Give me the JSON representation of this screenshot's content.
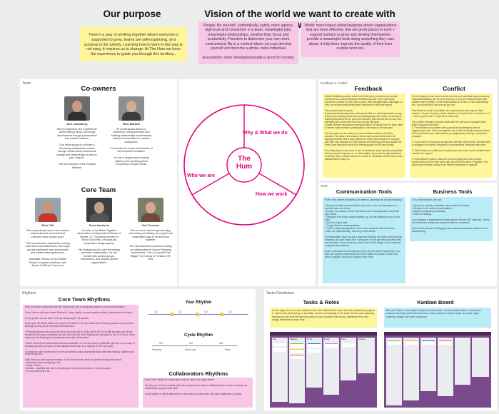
{
  "purpose": {
    "title": "Our purpose",
    "text": "There's a way of working together where everyone is supported to grow, teams are self-organising, and purpose is the priority. Learning how to work in this way is not easy, it requires us to change. At The Hum we have the experience to guide you through this territory..."
  },
  "vision": {
    "title": "Vision of the world we want to create with our work",
    "people": "People: Be yourself, authentically, safely, more agency, high trust and connection in a team, meaningful jobs, meaningful relationships, creative flow, focus and productivity. Freedom to determine your own work environment. Be in a context where you can develop yourself and become a whole, more individual.\n\nAssumption: more developed people is good for society;",
    "world": "World: more impact-driven/purpose-driven organisations that are more effective; that are great places to work + support workers to grow and develop themselves; provide a meaningful work doing something they care about; it help them improve the quality of their lives outside work too."
  },
  "team": {
    "section_label": "Team",
    "coowners_title": "Co-owners",
    "core_title": "Core Team",
    "coowners": [
      {
        "name": "Nell Landsberg",
        "bio": "Born in Argentina, she travelled the world learning about community development through permaculture and creative activism.\n\nShe helps groups to cultivate a flourishing collaborative culture through values-driven behavioural change and relationships of peer-to-peer support.\n\nShe is a Member of the Enspiral Network."
      },
      {
        "name": "Rich Bartlett",
        "bio": "He's enthusiastic about co-ownership, self-governance and building relationships of partnership instead of domination in creative workplaces.\n\nCo-founder of Loomio and Director of the Enspiral Foundation.\n\nHe has a unique way of seeing patterns and speaking about complexity in simple words."
      }
    ],
    "core": [
      {
        "name": "Elsie Tell",
        "bio": "She is passionate about how humans collaborate and convinced that collective work creates good.\n\nShe has extensive experience working with NGOs and businesses. She helps groups implement open governance and collaborative approaches.\n\nAssociate Director of Zero Waste Europe, Enspiral contributor, and Alumni OuiShare Connector."
      },
      {
        "name": "Drew Hornbein",
        "bio": "Founder of the Better Together Association of Independent Workers in Denver, CO. Founding member of Mood Good Hub, a mutual-aid cooperative design agency.\n\nHis background is in web technology and team collaboration. He has worked with activist groups, researchers, and purpose-driven organizations."
      },
      {
        "name": "Gui Trevisan",
        "bio": "She is curious about experimenting, reinventing and finding more joyful and meaningful ways to be and work together.\n\nShe has extended experience setting up collaborative do-ing and 'learning communities'. She co-founded The Village Free School in Portland, OR, USA."
      }
    ]
  },
  "hum": {
    "name": "The Hum",
    "segments": [
      "Why & What we do",
      "Who we are",
      "How we work"
    ]
  },
  "feedback_conflict": {
    "section_label": "Feedback & Conflict",
    "feedback_title": "Feedback",
    "conflict_title": "Conflict",
    "feedback_text": "Really feedback practice: at the end of the year, or around our annual retreat we do a comprehensive feedback process, to for each team members to reflect on their year of work, their strengths and challenges, so they can set personal development intentions for the year ahead.\n\nThe process has two parts:\nA personal self-assessment: each person fills in a self-assessment survey for the year looking at how they are participating in the team, receiving our learning intentions for the year and receiving how well we did on that, and identifying the areas where we feel we can still grow.\nA team member assessment: everyone fills in an online form for each other to review each member's participation in the team in the last year.\n\nThe two parts are are visible to team members and the end all the answers. We have a live session where each person will receive the assessment that others have filled in for them, and compare to compare with their own assessment. We discuss our learning goals and update our Team User Manual to record our learning goals for the year ahead.\n\nOn a daily basis is up to you to ask for feedback about specific areas/skills that you want to improve on, or deliverables. If you want to give feedback to another team member check our Guide to Feedback and the Team User Manual before doing so.",
    "conflict_text": "So the majority of our work is online and we communicate asynchronously, misunderstandings can be more common. If you are feeling tension with another team member, or feel misunderstood, or hurt, or not treated fairly, etc., try to deal with it as soon as you can.\n\nGiven that our work is all online, we recommend to use only the 'fast tension' + if you're having a tricky situation or it doesn't feel + move to a 1:1 + have a phone call + or get into a video call.\n\nOur conflict resolution process starts with the Self and it escalates if the point of support becomes:\n1. The first step is to partner with yourself and understand what is happening for you. We encourage the use of the clarification process (from NVC) and share your observations (or judgements), feelings, needs and requests.\n\n2. If you need to share your perspective with the other person, like feel able to engage in an honest, respectful 'in conversation' feedback with them.\n\n3. If the tension or conflict isn't resolved you can reach out for another team member for support.\n\n4. If that doesn't solve it, raise the concern (letting the other person involved know) in the next team call, and we'll try to solve it together. The issue may escalate to bring in an external mediator for support."
  },
  "tools": {
    "section_label": "Tools",
    "comm_title": "Communication Tools",
    "biz_title": "Business Tools",
    "comm_text": "Roles' new comms channels to be defined, generally we use the following:\n\n• Discord for daily communications about the work and discussions on specific topics on clients\n• Emails: use mainly to send information and communication coordinate with clients\n• Telegram & for direct, urgent matters, eg. we are waiting for you on the calls.\n• Zoom for video calls\n• Google Drive for documentation\n• Trello for task management, some of our business info is here too\n• Miro! for understanding, mirroring & with clients\n\nCommunication style: we are a small and friendly, we make many informal requests, and your 'about self' + welcome + If you are having a crisis they you can say it. If you know your don't 'don't make' things, so you respond, really just let people be.\n\nAll the information about purposes (how we feel, what's happening in our lives, the ways to understand each other better and ways to reach out, when to adjust, and how to support each other.",
    "biz_text": "To run the business, we use:\n\n• Sip for our website, newsletter, ticket sales & invoices.\n• Shopify for our online course platform.\n• Stripe for payment processing.\n• Wise for banking.\n\nOur company is registered in Estonia (where we pay VAT sales tax, Centre Not is the sole owner) and everyone else is a contractor.\n\nWe're in the process of bringing in an external accountant to take care of bookkeeping."
  },
  "rhythms": {
    "section_label": "Rhythms",
    "title": "Core Team Rhythms",
    "text": "Note: we haven't subscribed the new rhythms yet; this is a proposal based on our previous rhythms.\n\nEvery Year we will have a team Retreat to 3 days ideally, to come together (offline), dream about the future.\n\nEvery Quarter we can have a Priority setting day for the quarter.\n\nWork cycle: We divide tasks into a cycles of 3 weeks. The cycle starts with a Planning session every second Monday morning and it ends with a retrospective.\n\n• Planning sessions we look at the Done and Doing list on Trello and fill the To Do with the tasks we will put forward for the cycle, prioritising the next cycle we look at the backlog and add tasks to the To-Do list or move cards from the Backlog list and add team members to the tasks.\n\n• Retro: we look into what worked well and what didn't on the last cycle (on particular jobs and on our ways of working together); we ask for small adjustments we can do to improve on the next cycle.\n\n• During the cycle: do the work in more autonomous ways; sharing the tasks that need making, organise any needed calls, etc.\n\nDaily Stand-up chat: Anyone working on The Hum that day adds an update following this format:\n• Yesterday I was working day I did...\n• Today I will be...\n• Blocker... anything that may be blocking you from doing the tasks or moving forward.\n• For my well-being I will...",
    "year_title": "Year Rhythm",
    "cycle_title": "Cycle Rhythm",
    "year_ticks": [
      "Q1",
      "Q2",
      "Q3",
      "Q4"
    ],
    "cycle_ticks": [
      "W1",
      "W2",
      "W3"
    ],
    "cycle_labels": [
      "Planning",
      "Work cycle",
      "Retro"
    ],
    "collab_title": "Collaborators Rhythms",
    "collab_text": "Every Year: ideally our collaborators will join part of our yearly retreat.\n\nMonthly: we will have monthly calls with everyone (core team & collaborators) to connect, develop our relationships, support each other.\n\nWork rhythms: it will be dependent on the projects or client work that each collaborator is joining."
  },
  "tasks": {
    "section_label": "Tasks Distribution",
    "tasks_title": "Tasks & Roles",
    "kanban_title": "Kanban Board",
    "tasks_text": "At this stage we don't have defined roles. We distribute the tasks that are needed for projects or client work, depending on the skills, needs and capacity of the team. At our cycle planning meeting we will add the listed as cards on our Kanban/Trello board, distribute them and assign members to each task.",
    "kanban_text": "We use Trello to track tasks during our work cycles. You'll be added there. On the first columns we keep useful info about our tools, access to social media accounts, legal business details and other resources.",
    "board_columns": [
      "Info",
      "Backlog",
      "To Do",
      "Doing",
      "Done",
      "Archive"
    ]
  },
  "colors": {
    "yellow": "#fff59a",
    "pink": "#f9c6e8",
    "blue": "#b9ecf7",
    "hum": "#e6007e"
  }
}
